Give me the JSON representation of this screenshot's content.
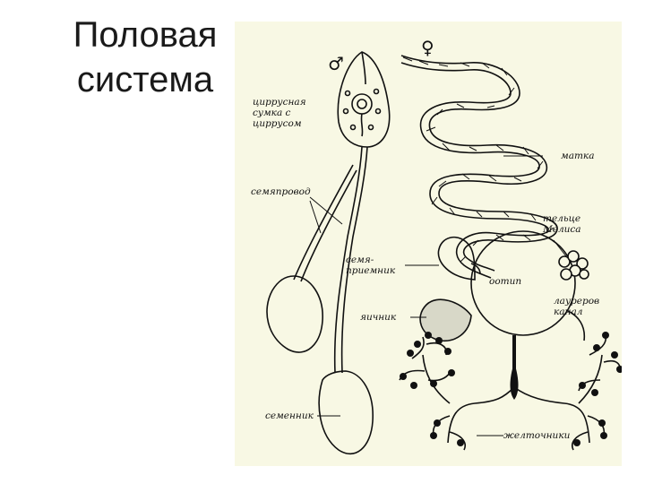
{
  "title": "Половая система",
  "figure": {
    "male_symbol": "♂",
    "female_symbol": "♀",
    "labels": {
      "cirrus_sac": "циррусная\nсумка  с\nциррусом",
      "vas_deferens": "семяпровод",
      "seminal_receptacle": "семя-\nприемник",
      "ovary": "яичник",
      "testis": "семенник",
      "uterus": "матка",
      "mehlis_gland": "тельце\nМелиса",
      "ootype": "оотип",
      "laurer_canal": "лауреров\nканал",
      "vitellaria": "желточники"
    }
  }
}
